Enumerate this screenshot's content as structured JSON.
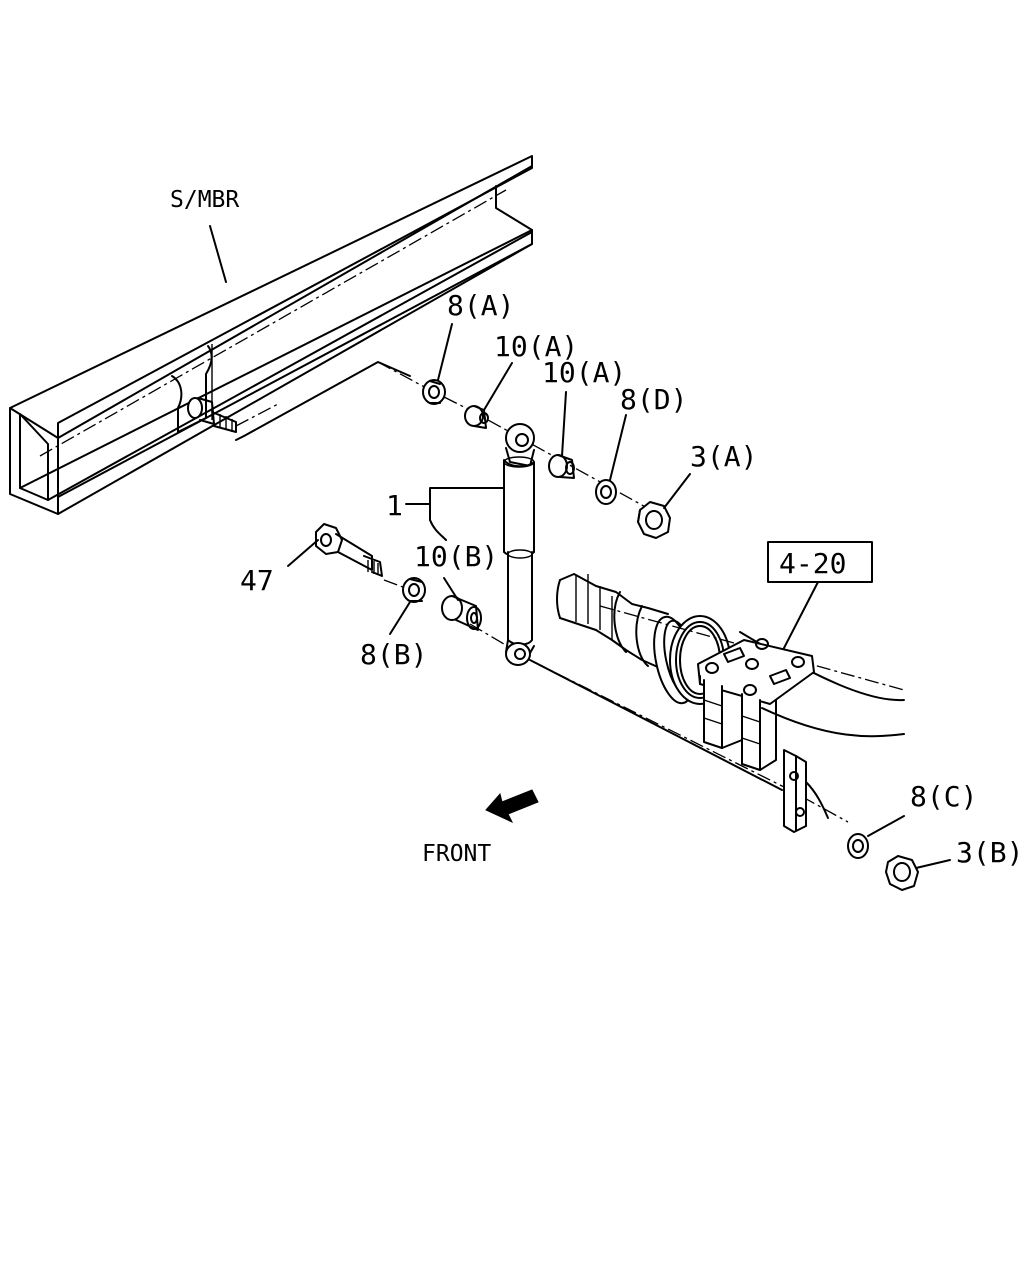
{
  "labels": {
    "smbr": "S/MBR",
    "washer_8a": "8(A)",
    "bushing_10a_1": "10(A)",
    "bushing_10a_2": "10(A)",
    "washer_8d": "8(D)",
    "nut_3a": "3(A)",
    "shock_1": "1",
    "bushing_10b": "10(B)",
    "bolt_47": "47",
    "washer_8b": "8(B)",
    "ref_4_20": "4-20",
    "washer_8c": "8(C)",
    "nut_3b": "3(B)",
    "front": "FRONT"
  }
}
